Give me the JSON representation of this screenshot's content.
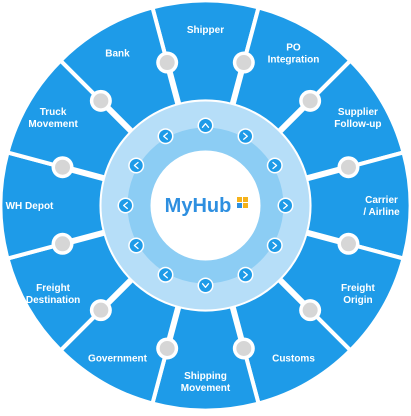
{
  "hub": {
    "title": "MyHub",
    "logo_icon": "four-square-grid-logo",
    "logo_colors": [
      "#f5b21a",
      "#f5b21a",
      "#2e8fe0",
      "#f5b21a"
    ]
  },
  "colors": {
    "segment": "#1e9be8",
    "segment_border": "#ffffff",
    "connector": "#ffffff",
    "knob_fill": "#d6d6d6",
    "inner_ring": "#8ccdf4",
    "middle_ring": "#b6def8",
    "center_fill": "#ffffff",
    "chevron_fill": "#1e9be8"
  },
  "segments": [
    {
      "label": "Shipper",
      "lines": [
        "Shipper"
      ]
    },
    {
      "label": "PO Integration",
      "lines": [
        "PO",
        "Integration"
      ]
    },
    {
      "label": "Supplier Follow-up",
      "lines": [
        "Supplier",
        "Follow-up"
      ]
    },
    {
      "label": "Carrier / Airline",
      "lines": [
        "Carrier",
        "/ Airline"
      ]
    },
    {
      "label": "Freight Origin",
      "lines": [
        "Freight",
        "Origin"
      ]
    },
    {
      "label": "Customs",
      "lines": [
        "Customs"
      ]
    },
    {
      "label": "Shipping Movement",
      "lines": [
        "Shipping",
        "Movement"
      ]
    },
    {
      "label": "Government",
      "lines": [
        "Government"
      ]
    },
    {
      "label": "Freight Destination",
      "lines": [
        "Freight",
        "Destination"
      ]
    },
    {
      "label": "WH Depot",
      "lines": [
        "WH Depot"
      ]
    },
    {
      "label": "Truck Movement",
      "lines": [
        "Truck",
        "Movement"
      ]
    },
    {
      "label": "Bank",
      "lines": [
        "Bank"
      ]
    }
  ],
  "ring_chevrons": [
    "up",
    "right",
    "right",
    "right",
    "right",
    "right",
    "down",
    "left",
    "left",
    "left",
    "left",
    "left"
  ]
}
